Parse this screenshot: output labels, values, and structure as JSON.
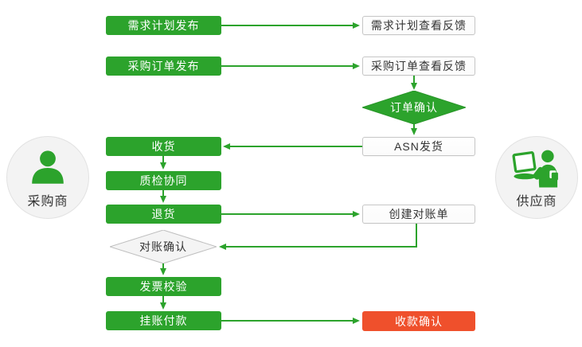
{
  "colors": {
    "green": "#2ca32c",
    "red": "#ef502c",
    "text_dark": "#333333",
    "text_light": "#ffffff",
    "white_box_bg": "#fbfbfb",
    "white_box_border": "#c6c6c6",
    "circle_bg": "#f3f3f3",
    "circle_border": "#e2e2e2"
  },
  "actors": {
    "buyer": {
      "label": "采购商",
      "icon": "person-icon"
    },
    "supplier": {
      "label": "供应商",
      "icon": "person-laptop-icon"
    }
  },
  "nodes": {
    "demand_plan_publish": {
      "label": "需求计划发布",
      "type": "green"
    },
    "demand_plan_feedback": {
      "label": "需求计划查看反馈",
      "type": "white"
    },
    "purchase_order_publish": {
      "label": "采购订单发布",
      "type": "green"
    },
    "purchase_order_feedback": {
      "label": "采购订单查看反馈",
      "type": "white"
    },
    "order_confirm": {
      "label": "订单确认",
      "type": "diamond-green"
    },
    "receive_goods": {
      "label": "收货",
      "type": "green"
    },
    "asn_ship": {
      "label": "ASN发货",
      "type": "white"
    },
    "quality_inspection": {
      "label": "质检协同",
      "type": "green"
    },
    "return_goods": {
      "label": "退货",
      "type": "green"
    },
    "create_statement": {
      "label": "创建对账单",
      "type": "white"
    },
    "statement_confirm": {
      "label": "对账确认",
      "type": "diamond-white"
    },
    "invoice_verify": {
      "label": "发票校验",
      "type": "green"
    },
    "pending_payment": {
      "label": "挂账付款",
      "type": "green"
    },
    "receipt_confirm": {
      "label": "收款确认",
      "type": "red"
    }
  }
}
